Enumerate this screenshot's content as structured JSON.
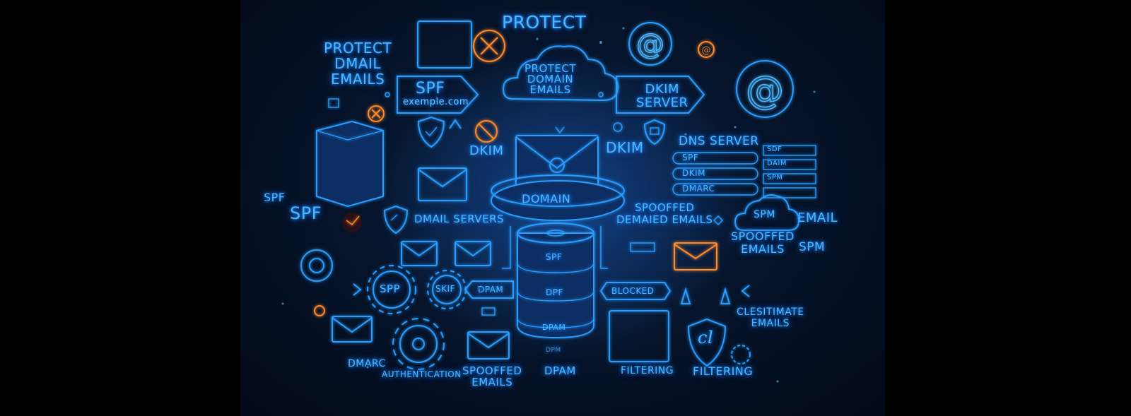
{
  "labels": {
    "protect_top": "PROTECT",
    "protect_dmail": "PROTECT\nDMAIL\nEMAILS",
    "spf_box": "SPF",
    "spf_domain": "exemple.com",
    "cloud_text": "PROTECT\nDOMAIN\nEMAILS",
    "dkim_box": "DKIM\nSERVER",
    "dkim_left": "DKIM",
    "dkim_right": "DKIM",
    "dns_server": "DNS SERVER",
    "dns_spf": "SPF",
    "dns_dkim": "DKIM",
    "dns_dmarc": "DMARC",
    "dns_sdf": "SDF",
    "dns_daim": "DAIM",
    "dns_spm": "SPM",
    "domain": "DOMAIN",
    "spf_small": "SPF",
    "spf_large": "SPF",
    "dmail_servers": "DMAIL SERVERS",
    "spoofed_demaied": "SPOOFFED\nDEMAIED EMAILS",
    "spm_cloud": "SPM",
    "email_right": "EMAIL",
    "spoofed_right": "SPOOFFED\nEMAILS",
    "spm_right": "SPM",
    "gear_spp": "SPP",
    "gear_skif": "SKIF",
    "dpam_left": "DPAM",
    "blocked": "BLOCKED",
    "stack_spf": "SPF",
    "stack_dpf": "DPF",
    "stack_dpam": "DPAM",
    "stack_dpm": "DPM",
    "clesitimate": "CLESITIMATE\nEMAILS",
    "dmarc": "DMARC",
    "authentication": "AUTHENTICATION",
    "spoofed_bottom": "SPOOFFED\nEMAILS",
    "dpam_bottom": "DPAM",
    "filtering_1": "FILTERING",
    "filtering_2": "FILTERING",
    "shield_letter": "cl"
  },
  "colors": {
    "neon_blue": "#2a9dff",
    "text_blue": "#4db8ff",
    "accent_orange": "#ff8a2a",
    "background": "#06142b"
  }
}
